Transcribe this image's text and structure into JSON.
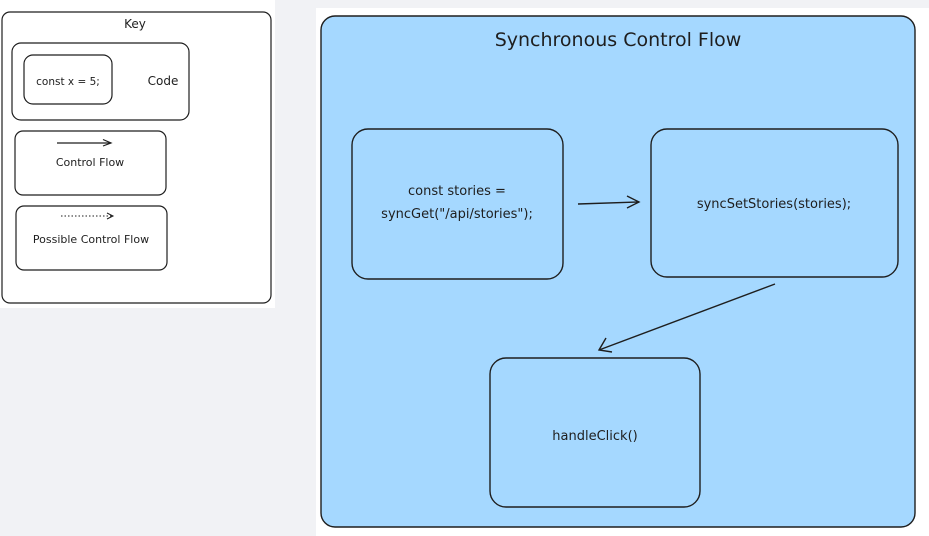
{
  "key": {
    "title": "Key",
    "code_sample": "const x = 5;",
    "code_label": "Code",
    "control_flow_label": "Control Flow",
    "possible_control_flow_label": "Possible Control Flow"
  },
  "diagram": {
    "title": "Synchronous Control Flow",
    "nodes": {
      "get_line1": "const stories =",
      "get_line2": "syncGet(\"/api/stories\");",
      "set": "syncSetStories(stories);",
      "click": "handleClick()"
    }
  },
  "colors": {
    "panel_fill": "#a5d8ff",
    "stroke": "#1e1e1e",
    "background": "#f1f2f5",
    "link": "#2a73d8"
  }
}
